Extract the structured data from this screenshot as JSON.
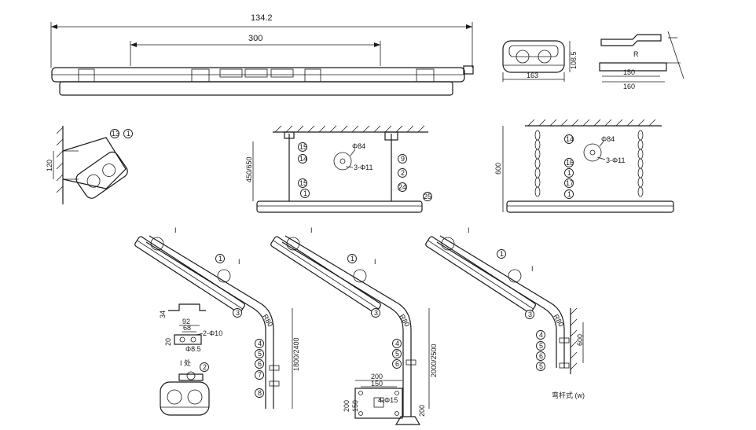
{
  "top_view": {
    "overall_length": "134.2",
    "mount_spacing": "300"
  },
  "side_view": {
    "width": "163",
    "height": "108.5"
  },
  "end_view": {
    "dim_a": "150",
    "dim_b": "160"
  },
  "wall_mount": {
    "height": "120",
    "callout_a": "13",
    "callout_b": "1"
  },
  "ceiling_mount": {
    "height": "450/650",
    "hole_dia": "Φ84",
    "holes": "3-Φ11",
    "callouts": [
      "15",
      "14",
      "15",
      "1",
      "9",
      "2",
      "24",
      "25"
    ]
  },
  "chain_mount": {
    "height": "600",
    "hole_dia": "Φ84",
    "holes": "3-Φ11",
    "callouts": [
      "14",
      "16",
      "1",
      "17",
      "1"
    ]
  },
  "bracket_detail": {
    "dim_top": "34",
    "dim_w1": "92",
    "dim_w2": "68",
    "dim_h": "20",
    "holes_a": "2-Φ10",
    "holes_b": "Φ8.5",
    "view_label": "I 处",
    "callout": "2"
  },
  "pole_a": {
    "height": "1800/2400",
    "radius": "R80",
    "callouts": [
      "I",
      "1",
      "I",
      "3",
      "4",
      "5",
      "6",
      "7",
      "8"
    ]
  },
  "pole_b": {
    "height": "2000/2500",
    "radius": "R80",
    "base_w": "200",
    "base_w2": "150",
    "base_h": "200",
    "base_h2": "150",
    "base_holes": "4-Φ15",
    "base_depth": "200",
    "callouts": [
      "I",
      "1",
      "I",
      "3",
      "4",
      "5",
      "6"
    ]
  },
  "pole_c": {
    "height": "600",
    "radius": "R80",
    "caption": "弯杆式 (w)",
    "callouts": [
      "I",
      "1",
      "I",
      "3",
      "4",
      "5",
      "6"
    ]
  }
}
